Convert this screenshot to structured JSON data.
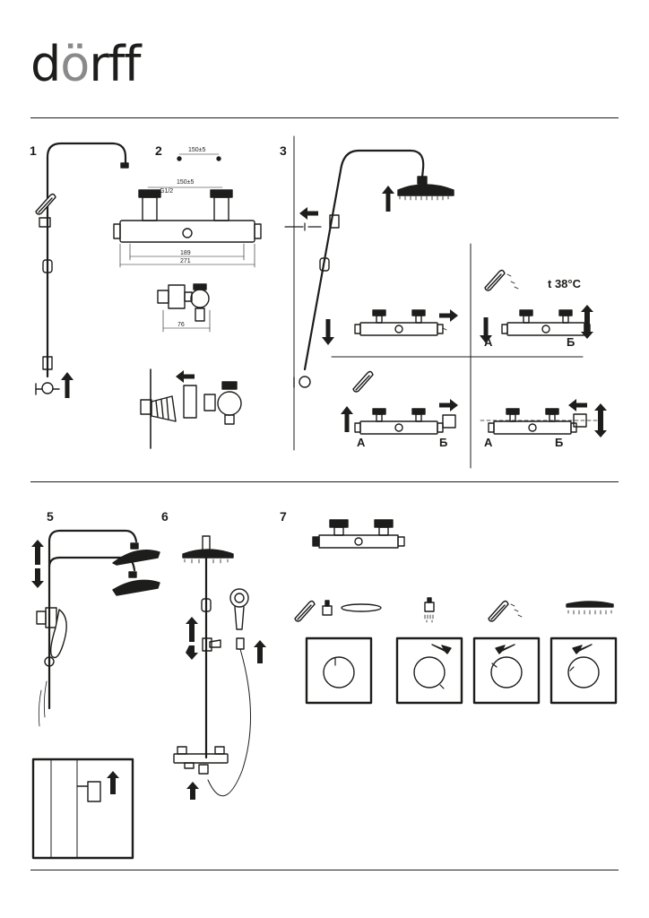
{
  "brand": {
    "name_prefix": "d",
    "name_o": "ö",
    "name_suffix": "rff"
  },
  "steps": [
    "1",
    "2",
    "3",
    "5",
    "6",
    "7"
  ],
  "dimensions": {
    "pipe_spacing_top": "150±5",
    "pipe_spacing": "150±5",
    "thread": "G1/2",
    "body_inner": "189",
    "body_total": "271",
    "eccentric": "76"
  },
  "temperature": "t 38°C",
  "labels": {
    "a1": "А",
    "b1": "Б",
    "a2": "А",
    "b2": "Б",
    "a3": "А",
    "b3": "Б"
  },
  "icons": [
    "hand-shower-icon",
    "tap-icon",
    "overhead-shower-icon",
    "arrow-up-icon",
    "arrow-left-icon",
    "arrow-right-icon",
    "arrow-down-icon"
  ]
}
